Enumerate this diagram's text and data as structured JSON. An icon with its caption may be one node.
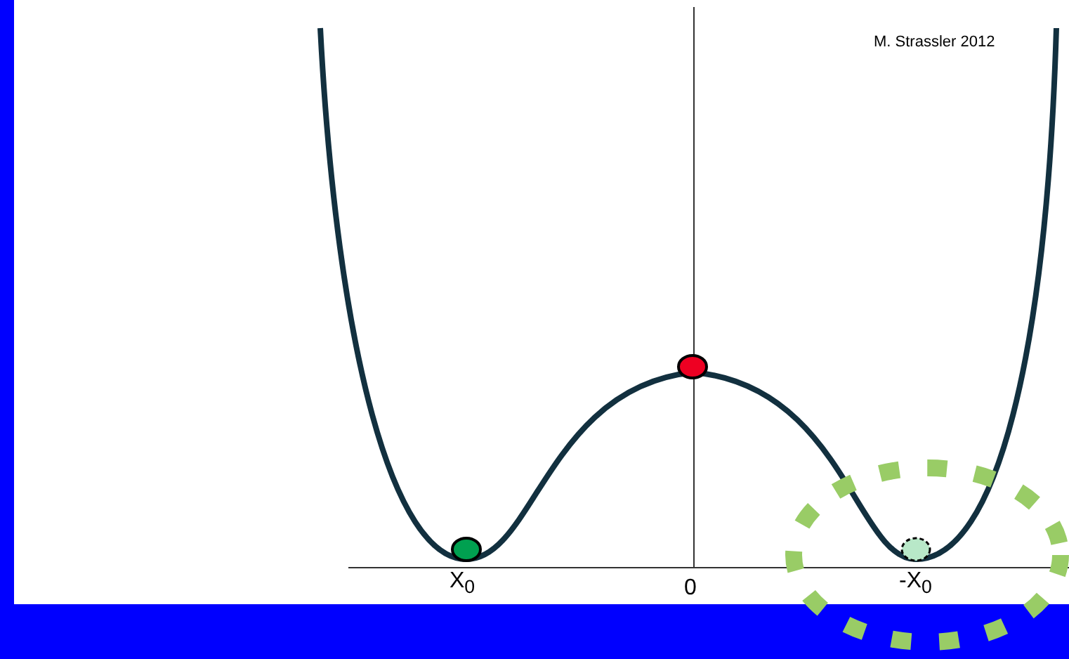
{
  "diagram": {
    "labels": [
      "M. Strassler 2012",
      "X$_{0}$",
      "0",
      "-X$_{0}$"
    ]
  }
}
